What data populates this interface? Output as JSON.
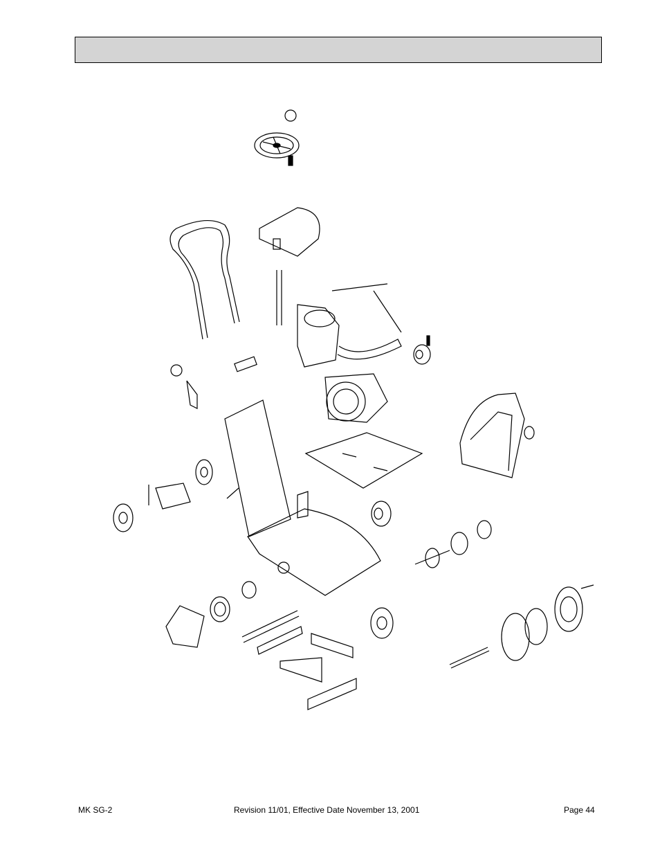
{
  "header": {
    "title": ""
  },
  "drawing": {
    "description_icon": "exploded-parts-diagram"
  },
  "footer": {
    "left": "MK SG-2",
    "center": "Revision 11/01, Effective Date November 13, 2001",
    "right": "Page 44"
  }
}
